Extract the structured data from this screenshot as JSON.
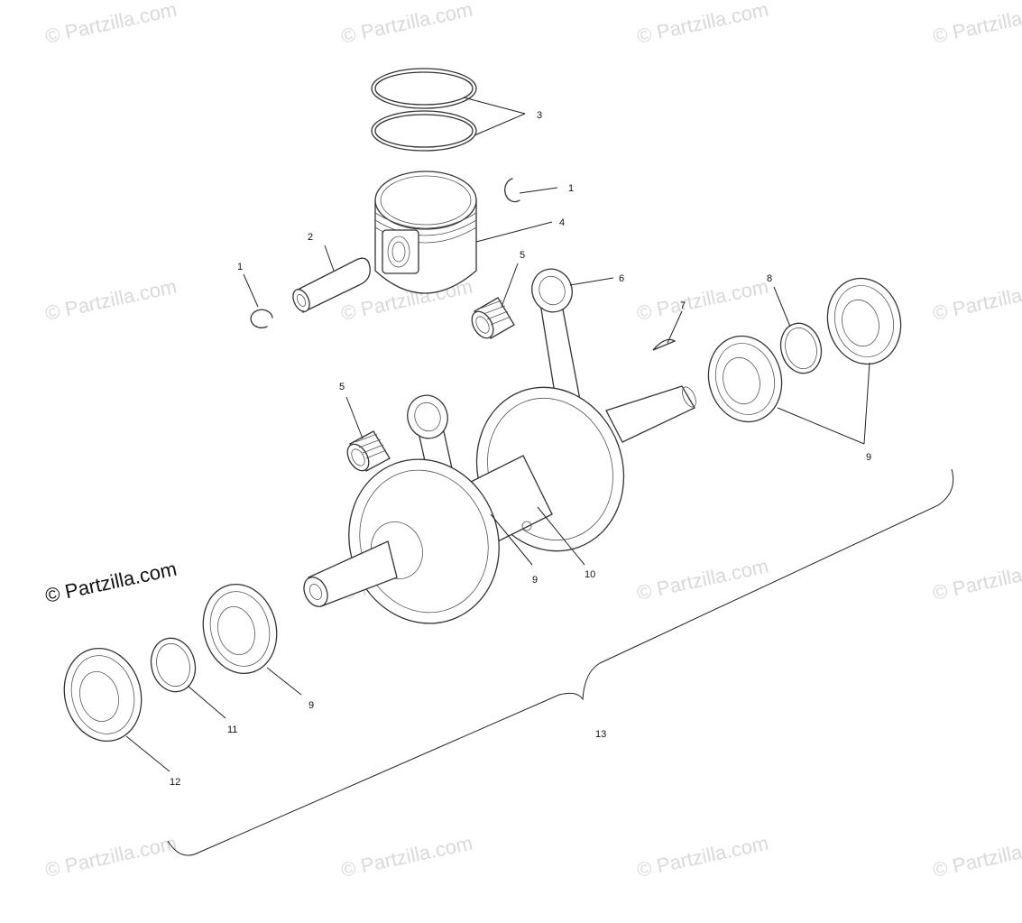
{
  "callouts": [
    {
      "id": "c1a",
      "label": "1"
    },
    {
      "id": "c1b",
      "label": "1"
    },
    {
      "id": "c2",
      "label": "2"
    },
    {
      "id": "c3",
      "label": "3"
    },
    {
      "id": "c4",
      "label": "4"
    },
    {
      "id": "c5a",
      "label": "5"
    },
    {
      "id": "c5b",
      "label": "5"
    },
    {
      "id": "c6",
      "label": "6"
    },
    {
      "id": "c7",
      "label": "7"
    },
    {
      "id": "c8",
      "label": "8"
    },
    {
      "id": "c9a",
      "label": "9"
    },
    {
      "id": "c9b",
      "label": "9"
    },
    {
      "id": "c9c",
      "label": "9"
    },
    {
      "id": "c10",
      "label": "10"
    },
    {
      "id": "c11",
      "label": "11"
    },
    {
      "id": "c12",
      "label": "12"
    },
    {
      "id": "c13",
      "label": "13"
    }
  ],
  "watermark": {
    "text": "© Partzilla.com",
    "main_text": "© Partzilla.com",
    "color": "#d9d9d9"
  }
}
